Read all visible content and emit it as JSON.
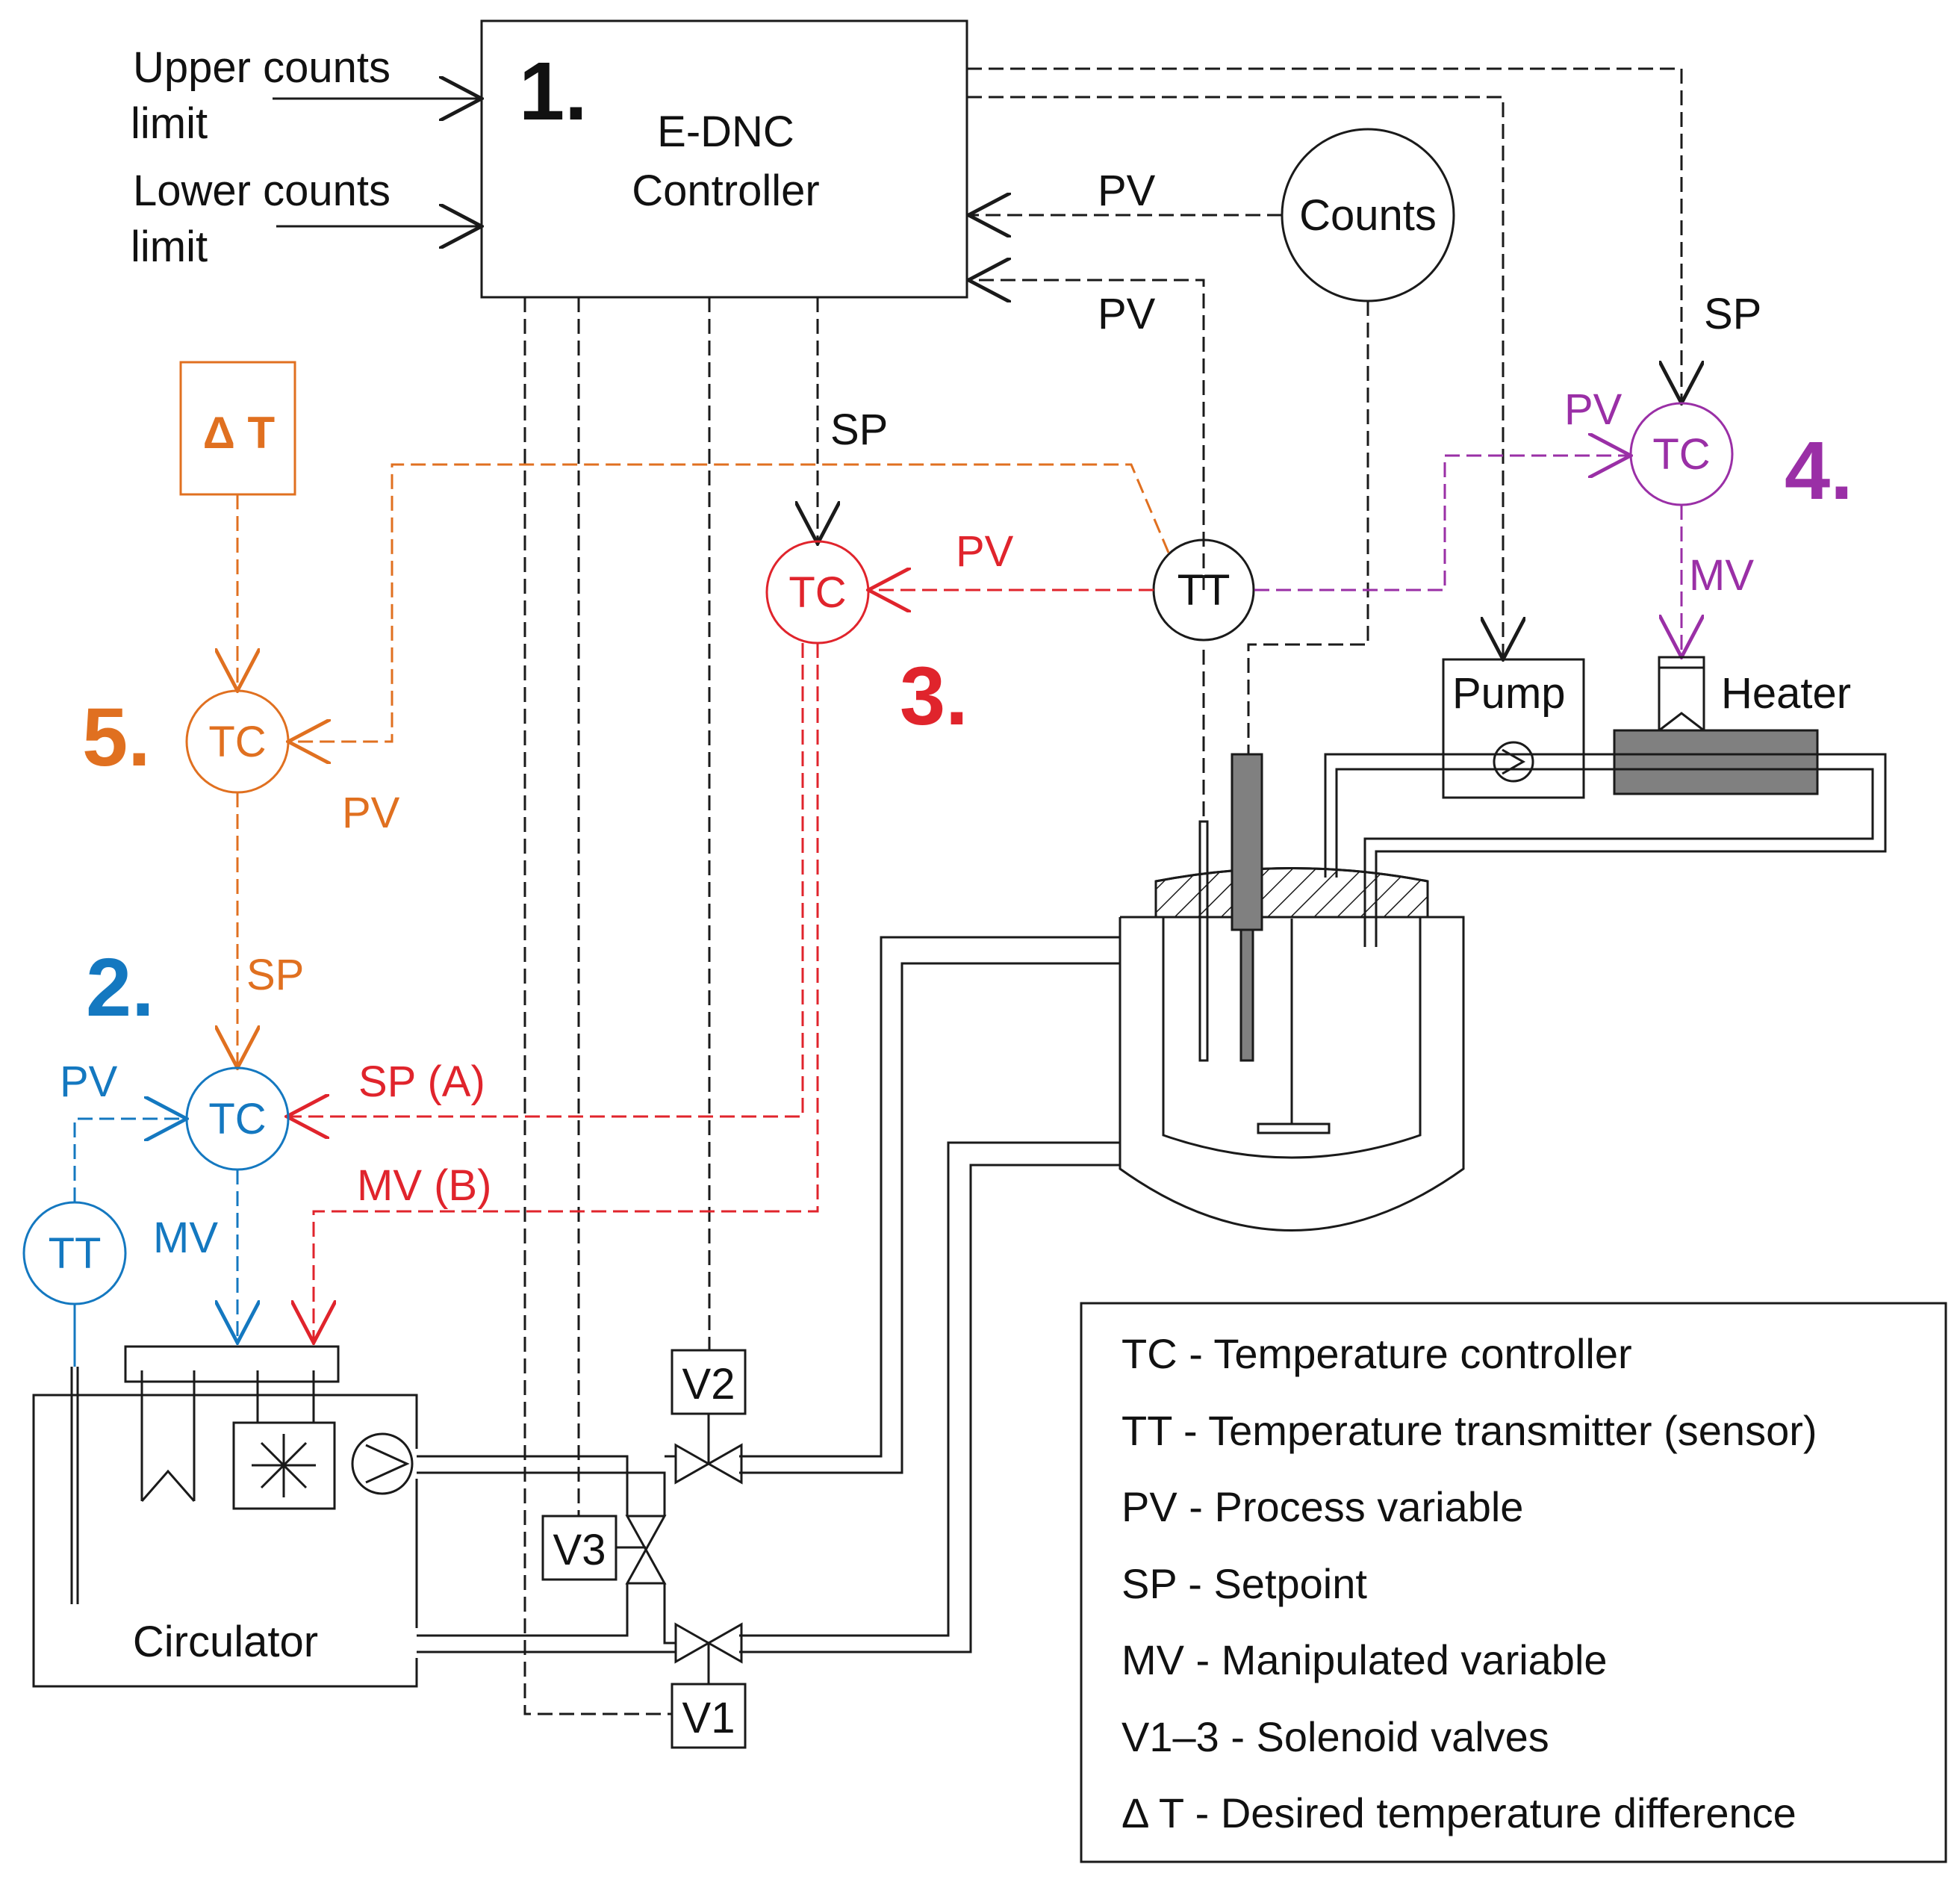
{
  "colors": {
    "black": "#1a1a1a",
    "orange": "#e07020",
    "red": "#e0242c",
    "blue": "#1478c0",
    "purple": "#9a2fa6",
    "gray": "#808080"
  },
  "inputs": {
    "upper_line1": "Upper counts",
    "upper_line2": "limit",
    "lower_line1": "Lower counts",
    "lower_line2": "limit"
  },
  "controller": {
    "number": "1.",
    "line1": "E-DNC",
    "line2": "Controller"
  },
  "counts": {
    "label": "Counts"
  },
  "signals": {
    "pv": "PV",
    "sp": "SP",
    "mv": "MV",
    "sp_a": "SP (A)",
    "mv_b": "MV (B)"
  },
  "instruments": {
    "tc": "TC",
    "tt": "TT",
    "delta_t": "Δ T"
  },
  "numbers": {
    "n2": "2.",
    "n3": "3.",
    "n4": "4.",
    "n5": "5."
  },
  "equipment": {
    "pump": "Pump",
    "heater": "Heater",
    "circulator": "Circulator",
    "v1": "V1",
    "v2": "V2",
    "v3": "V3"
  },
  "legend": {
    "items": [
      "TC - Temperature controller",
      "TT - Temperature transmitter (sensor)",
      "PV - Process variable",
      "SP - Setpoint",
      "MV - Manipulated variable",
      "V1–3 - Solenoid valves",
      "Δ T - Desired temperature difference"
    ]
  }
}
